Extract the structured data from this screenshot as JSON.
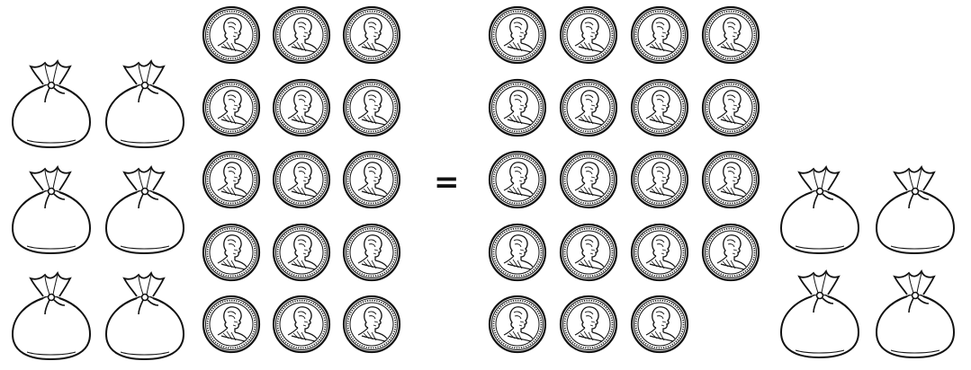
{
  "equation": {
    "left_side": {
      "bags": 6,
      "coins": 15
    },
    "operator": "=",
    "right_side": {
      "coins": 19,
      "bags": 4
    }
  },
  "icons": {
    "bag": "money-bag-icon",
    "coin": "coin-icon"
  },
  "colors": {
    "ink": "#111111",
    "background": "#ffffff"
  }
}
